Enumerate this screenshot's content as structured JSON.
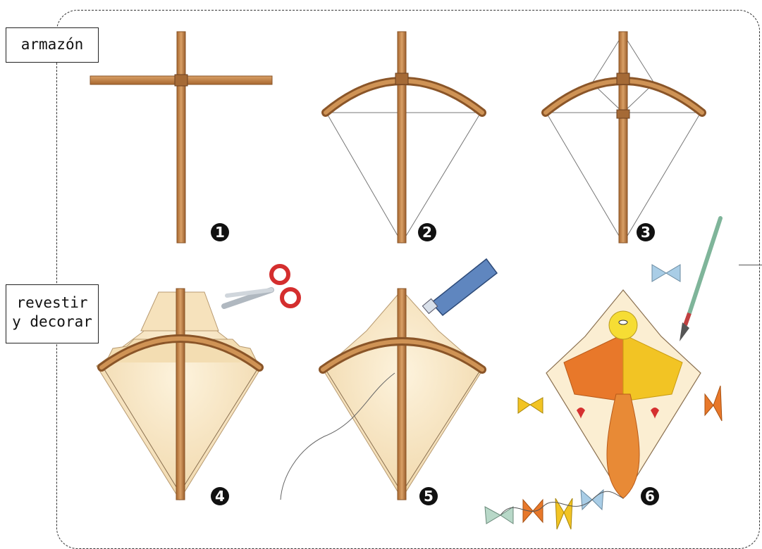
{
  "sections": {
    "frame_label": "armazón",
    "cover_label_line1": "revestir",
    "cover_label_line2": "y decorar"
  },
  "steps": [
    {
      "number": "1",
      "description": "cross of two sticks"
    },
    {
      "number": "2",
      "description": "bent stick with string outline"
    },
    {
      "number": "3",
      "description": "braced frame"
    },
    {
      "number": "4",
      "description": "paper cover cut with scissors"
    },
    {
      "number": "5",
      "description": "glued cover with tails"
    },
    {
      "number": "6",
      "description": "painted and decorated kite"
    }
  ],
  "colors": {
    "wood": "#c98a4e",
    "wood_dark": "#8a5528",
    "paper": "#f8e9c8",
    "orange": "#e8782a",
    "yellow": "#f2c424",
    "red": "#d53030",
    "blue_bow": "#a9cde6"
  }
}
